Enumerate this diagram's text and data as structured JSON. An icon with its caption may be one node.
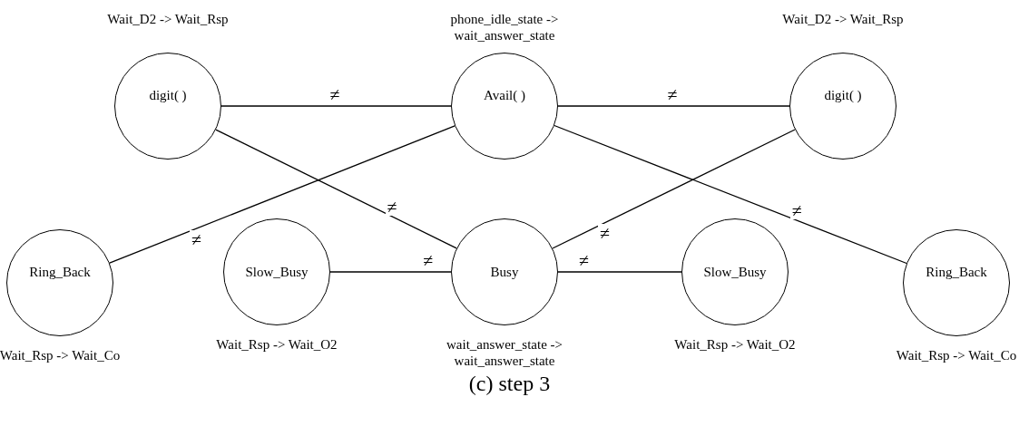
{
  "diagram": {
    "caption": "(c) step 3",
    "nodes": [
      {
        "text": [
          "digit( )"
        ],
        "beside": [
          "Wait_D2 -> Wait_Rsp"
        ]
      },
      {
        "text": [
          "Avail( )"
        ],
        "beside": [
          "phone_idle_state -> wait_answer_state"
        ]
      },
      {
        "text": [
          "digit( )"
        ],
        "beside": [
          "Wait_D2 -> Wait_Rsp"
        ]
      },
      {
        "text": [
          "Ring_Back"
        ],
        "beside": [
          "Wait_Rsp -> Wait_Co"
        ]
      },
      {
        "text": [
          "Slow_Busy"
        ],
        "beside": [
          "Wait_Rsp -> Wait_O2"
        ]
      },
      {
        "text": [
          "Busy"
        ],
        "beside": [
          "wait_answer_state -> wait_answer_state"
        ]
      },
      {
        "text": [
          "Slow_Busy"
        ],
        "beside": [
          "Wait_Rsp -> Wait_O2"
        ]
      },
      {
        "text": [
          "Ring_Back"
        ],
        "beside": [
          "Wait_Rsp -> Wait_Co"
        ]
      }
    ],
    "edges": [
      {
        "from": 0,
        "to": 1,
        "arrow": "none",
        "label": "≠"
      },
      {
        "from": 1,
        "to": 2,
        "arrow": "none",
        "label": "≠"
      },
      {
        "from": 0,
        "to": 5,
        "arrow": "none",
        "label": "≠"
      },
      {
        "from": 1,
        "to": 3,
        "arrow": "none",
        "label": "≠"
      },
      {
        "from": 2,
        "to": 5,
        "arrow": "none",
        "label": "≠"
      },
      {
        "from": 1,
        "to": 7,
        "arrow": "none",
        "label": "≠"
      },
      {
        "from": 4,
        "to": 5,
        "arrow": "none",
        "label": "≠"
      },
      {
        "from": 5,
        "to": 6,
        "arrow": "none",
        "label": "≠"
      }
    ]
  }
}
